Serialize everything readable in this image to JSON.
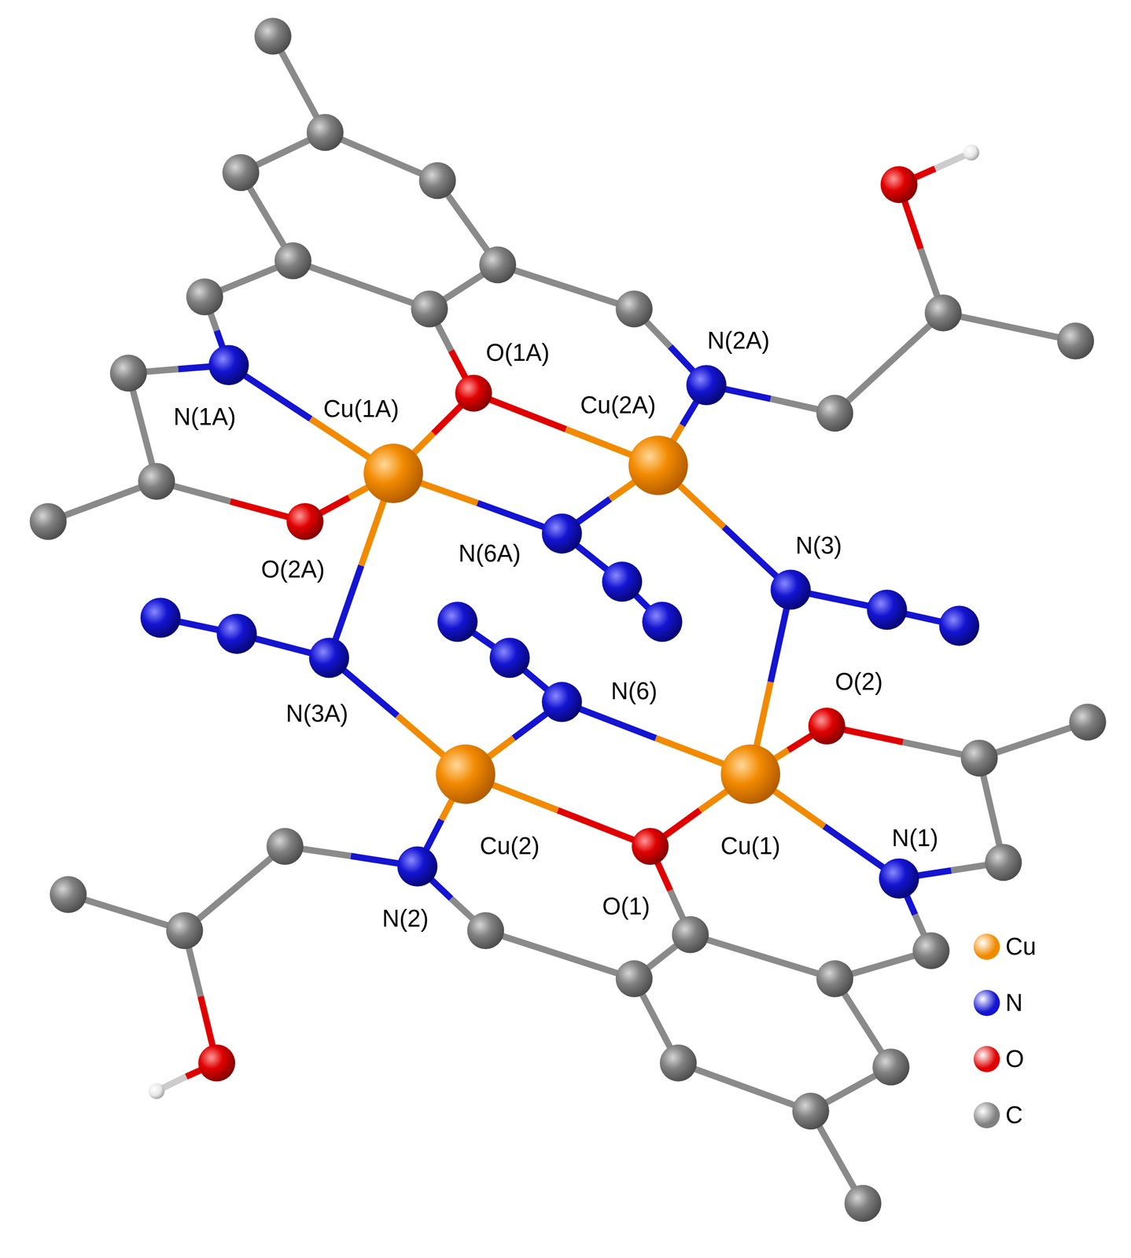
{
  "diagram": {
    "labels": [
      "O(1A)",
      "N(2A)",
      "Cu(1A)",
      "Cu(2A)",
      "N(1A)",
      "N(6A)",
      "N(3)",
      "O(2A)",
      "N(3A)",
      "N(6)",
      "O(2)",
      "Cu(2)",
      "Cu(1)",
      "N(1)",
      "O(1)",
      "N(2)"
    ],
    "legend": [
      {
        "text": "Cu",
        "color": "#f28a00"
      },
      {
        "text": "N",
        "color": "#1414d2"
      },
      {
        "text": "O",
        "color": "#e00000"
      },
      {
        "text": "C",
        "color": "#808080"
      }
    ]
  }
}
